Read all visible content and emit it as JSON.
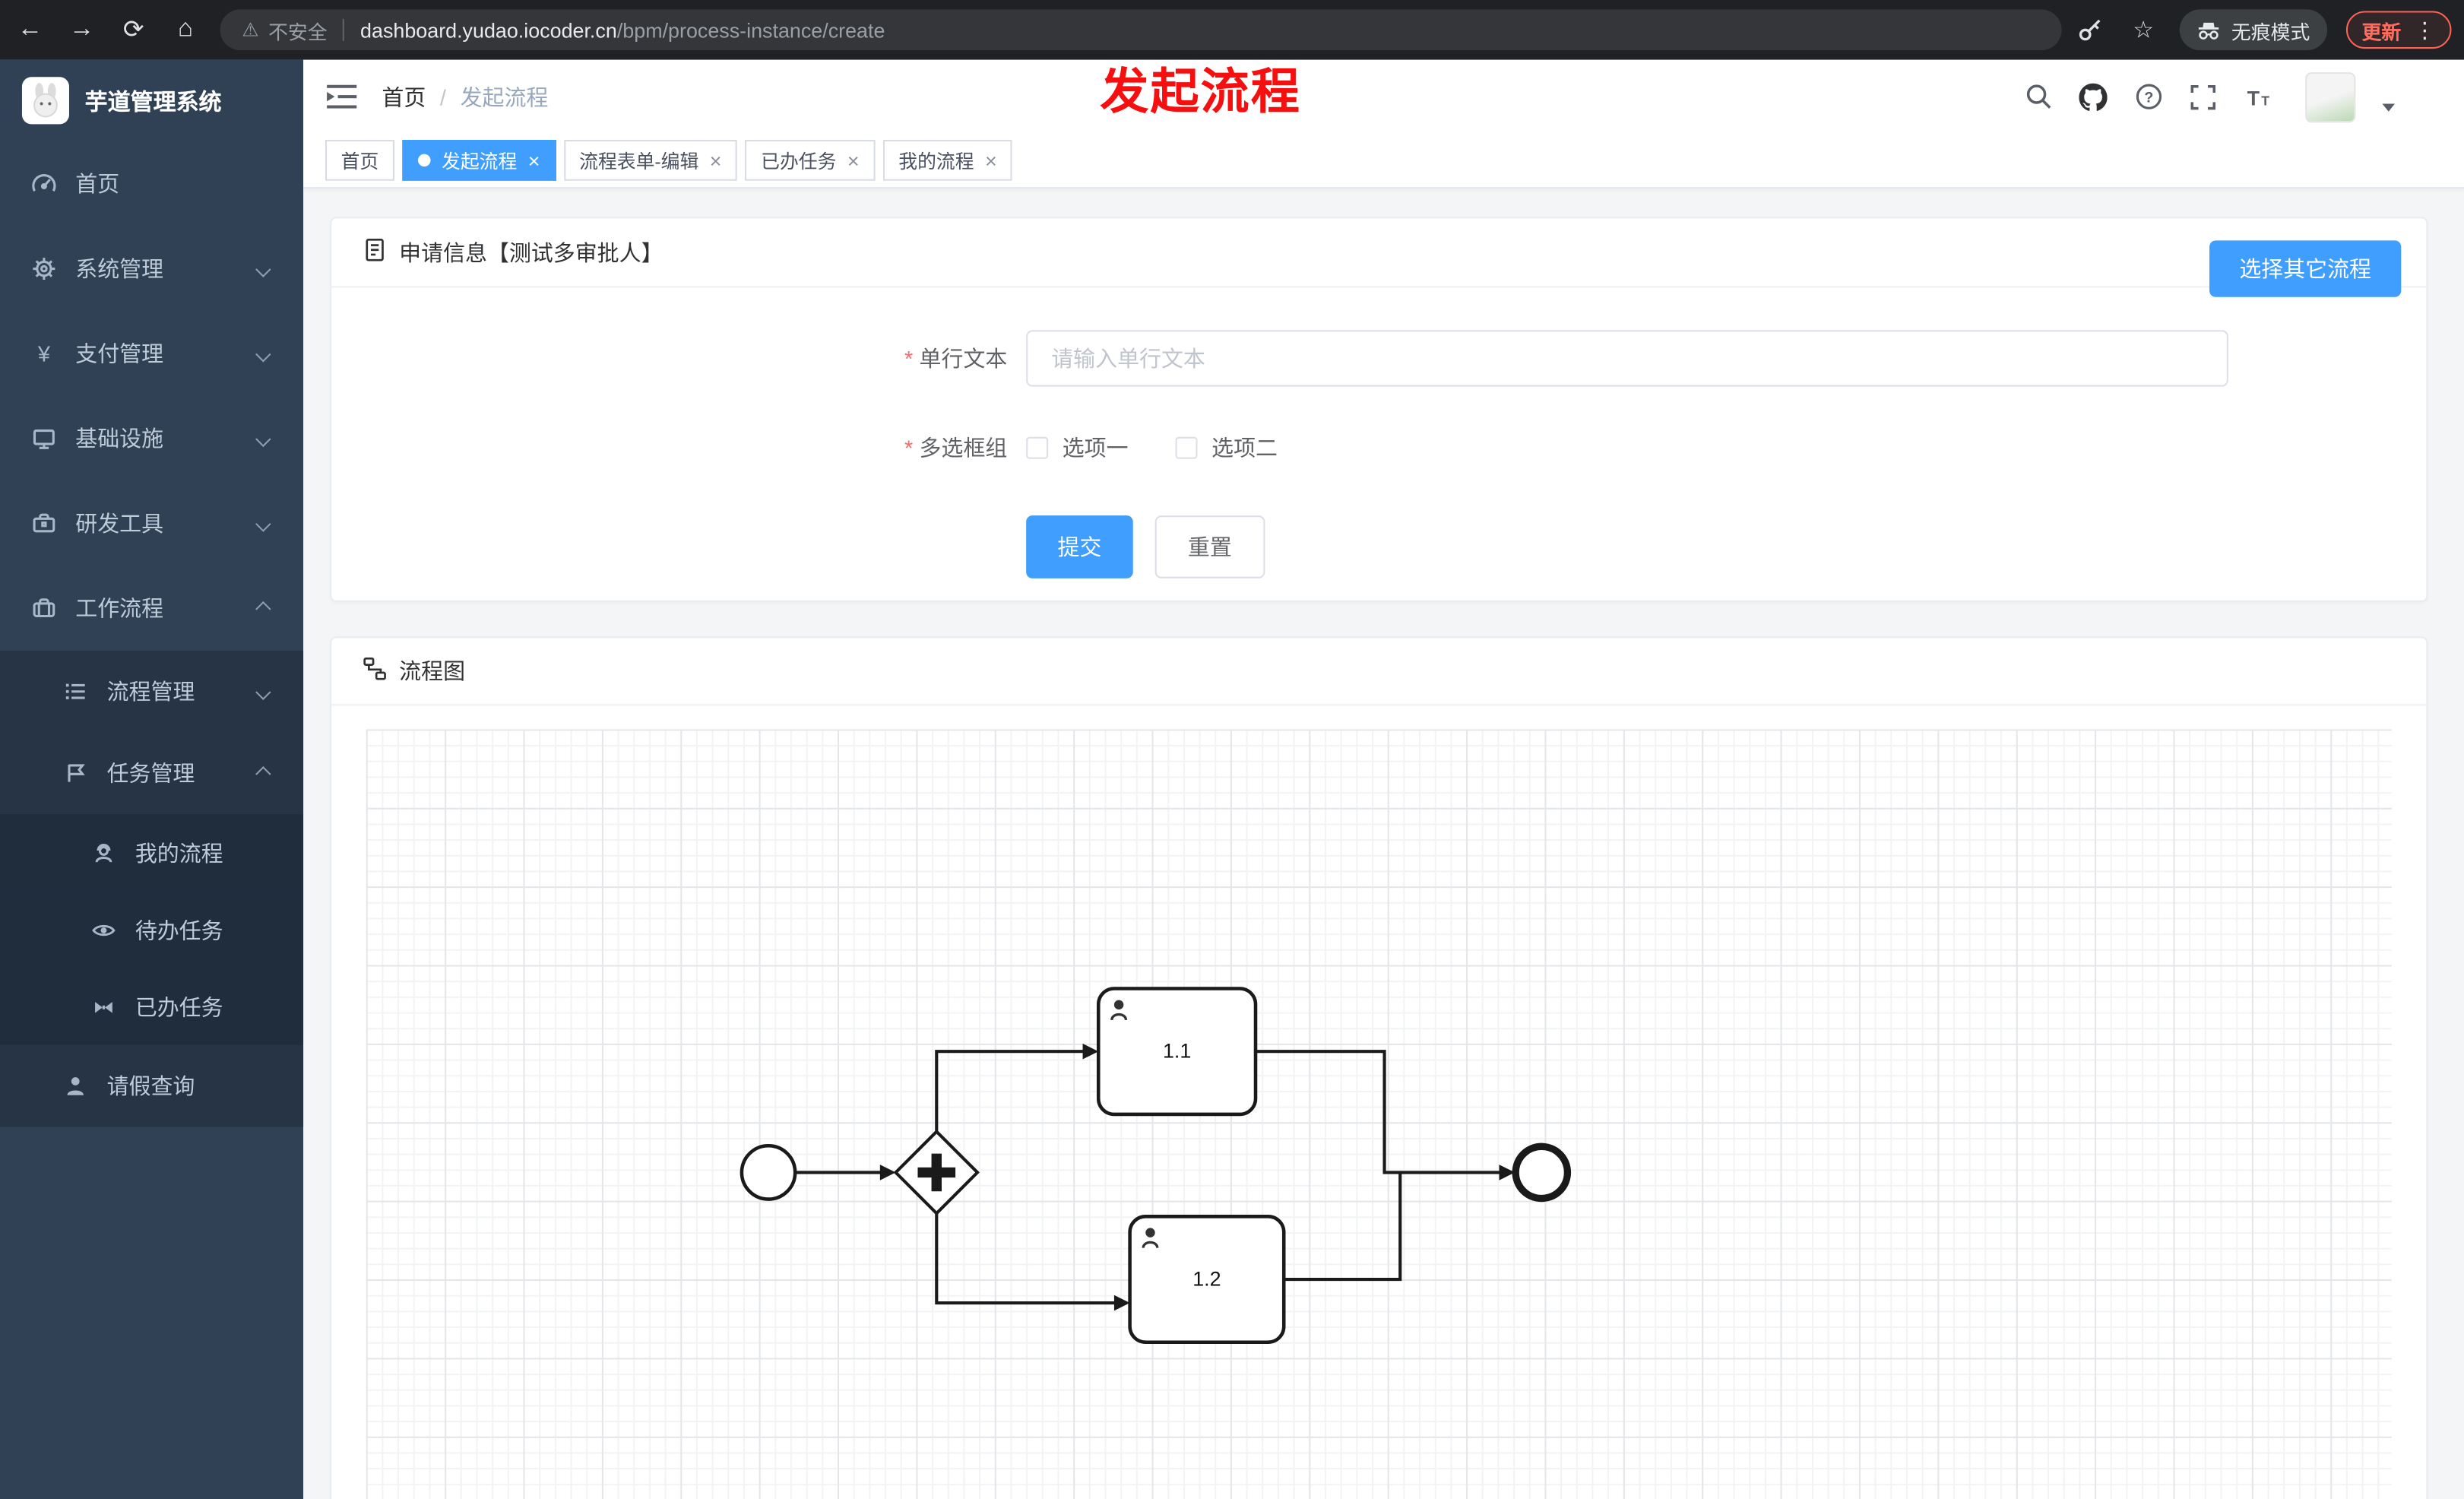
{
  "browser": {
    "security_label": "不安全",
    "url_domain": "dashboard.yudao.iocoder.cn",
    "url_path": "/bpm/process-instance/create",
    "incognito_label": "无痕模式",
    "update_label": "更新"
  },
  "annotation": {
    "title": "发起流程"
  },
  "icons": {
    "back-icon": "←",
    "forward-icon": "→",
    "reload-icon": "⟳",
    "home-icon": "⌂",
    "warning-icon": "⚠",
    "star-icon": "☆",
    "kebab-icon": "⋮",
    "close-icon": "×",
    "question-icon": "?"
  },
  "sidebar": {
    "app_title": "芋道管理系统",
    "menu": [
      {
        "label": "首页"
      },
      {
        "label": "系统管理"
      },
      {
        "label": "支付管理"
      },
      {
        "label": "基础设施"
      },
      {
        "label": "研发工具"
      },
      {
        "label": "工作流程"
      }
    ],
    "workflow_submenu": [
      {
        "label": "流程管理"
      },
      {
        "label": "任务管理"
      }
    ],
    "task_submenu": [
      {
        "label": "我的流程"
      },
      {
        "label": "待办任务"
      },
      {
        "label": "已办任务"
      }
    ],
    "leave_query": {
      "label": "请假查询"
    }
  },
  "header": {
    "breadcrumb": {
      "root": "首页",
      "separator": "/",
      "current": "发起流程"
    }
  },
  "tabs": [
    {
      "label": "首页",
      "active": false,
      "closable": false
    },
    {
      "label": "发起流程",
      "active": true,
      "closable": true
    },
    {
      "label": "流程表单-编辑",
      "active": false,
      "closable": true
    },
    {
      "label": "已办任务",
      "active": false,
      "closable": true
    },
    {
      "label": "我的流程",
      "active": false,
      "closable": true
    }
  ],
  "form_card": {
    "title": "申请信息【测试多审批人】",
    "choose_other_button": "选择其它流程",
    "fields": [
      {
        "label": "单行文本",
        "required": true,
        "placeholder": "请输入单行文本",
        "value": ""
      },
      {
        "label": "多选框组",
        "required": true,
        "options": [
          "选项一",
          "选项二"
        ],
        "checked": [
          false,
          false
        ]
      }
    ],
    "submit_label": "提交",
    "reset_label": "重置"
  },
  "diagram_card": {
    "title": "流程图",
    "type": "bpmn",
    "tasks": [
      {
        "id": "task-1-1",
        "label": "1.1",
        "type": "userTask"
      },
      {
        "id": "task-1-2",
        "label": "1.2",
        "type": "userTask"
      }
    ],
    "nodes": [
      "startEvent",
      "parallelGateway",
      "userTask 1.1",
      "userTask 1.2",
      "endEvent"
    ]
  },
  "colors": {
    "primary": "#409eff",
    "sidebar_bg": "#304156",
    "sidebar_sub_bg": "#263445",
    "sidebar_subsub_bg": "#1f2d3d",
    "required_red": "#f56c6c",
    "annotation_red": "#f50f0f",
    "update_chip_red": "#ff6154"
  }
}
